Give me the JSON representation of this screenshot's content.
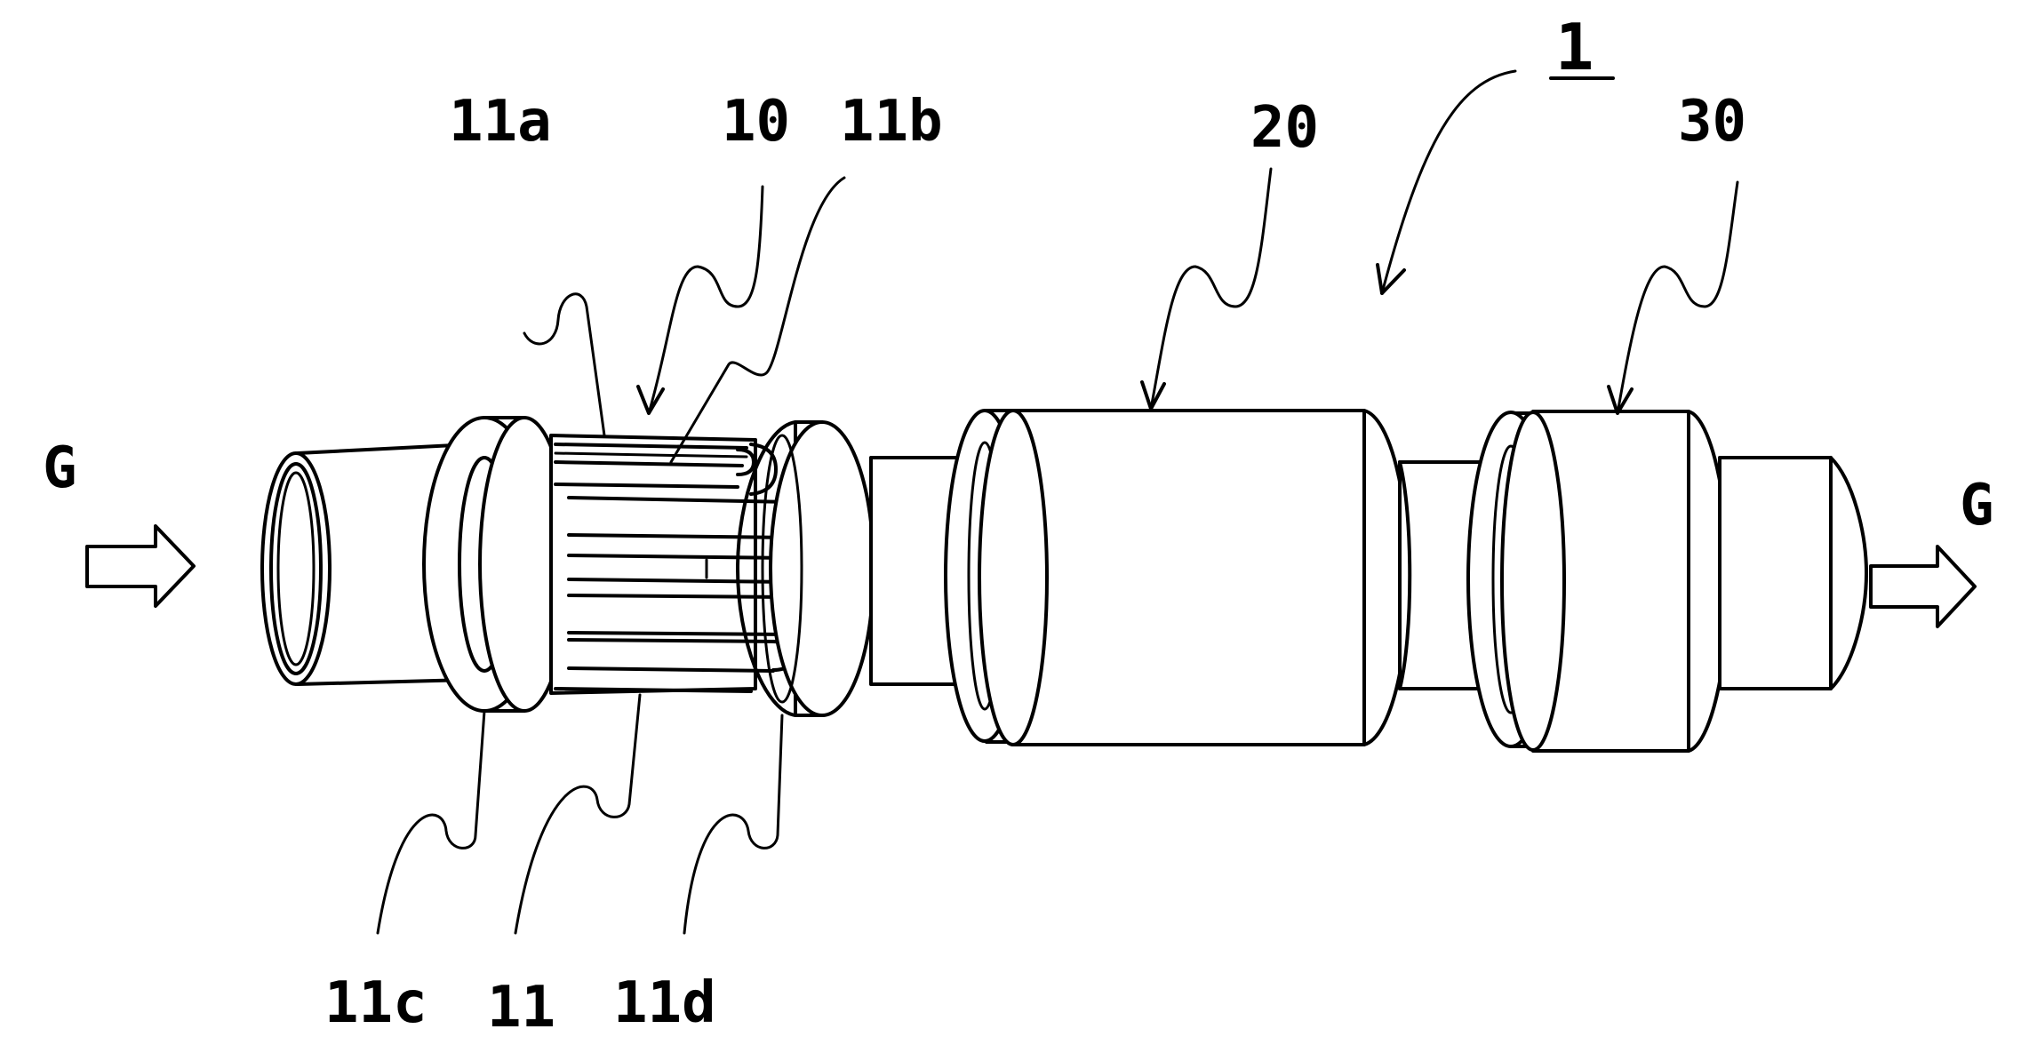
{
  "labels": {
    "assembly": "1",
    "part_10": "10",
    "part_11": "11",
    "part_11a": "11a",
    "part_11b": "11b",
    "part_11c": "11c",
    "part_11d": "11d",
    "part_20": "20",
    "part_30": "30",
    "gas_in": "G",
    "gas_out": "G"
  },
  "colors": {
    "line": "#000000",
    "background": "#ffffff"
  }
}
